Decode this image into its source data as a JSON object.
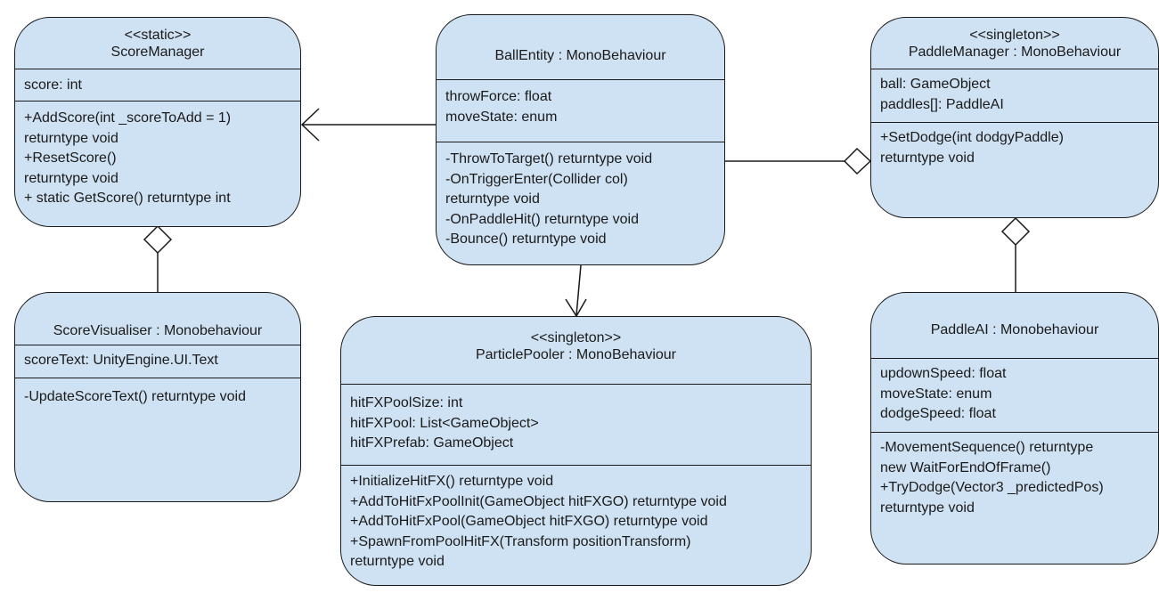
{
  "classes": {
    "score_manager": {
      "stereotype": "<<static>>",
      "name": "ScoreManager",
      "attributes": [
        "score: int"
      ],
      "methods": [
        "+AddScore(int _scoreToAdd = 1)",
        "returntype void",
        "+ResetScore()",
        "returntype void",
        "+ static GetScore() returntype int"
      ]
    },
    "ball_entity": {
      "name": "BallEntity : MonoBehaviour",
      "attributes": [
        "throwForce: float",
        "moveState: enum"
      ],
      "methods": [
        "-ThrowToTarget() returntype void",
        "-OnTriggerEnter(Collider col)",
        "returntype void",
        "-OnPaddleHit() returntype void",
        "-Bounce() returntype void"
      ]
    },
    "paddle_manager": {
      "stereotype": "<<singleton>>",
      "name": "PaddleManager : MonoBehaviour",
      "attributes": [
        "ball: GameObject",
        "paddles[]: PaddleAI"
      ],
      "methods": [
        "+SetDodge(int dodgyPaddle)",
        "returntype void"
      ]
    },
    "score_visualiser": {
      "name": "ScoreVisualiser : Monobehaviour",
      "attributes": [
        "scoreText: UnityEngine.UI.Text"
      ],
      "methods": [
        "-UpdateScoreText() returntype void"
      ]
    },
    "particle_pooler": {
      "stereotype": "<<singleton>>",
      "name": "ParticlePooler : MonoBehaviour",
      "attributes": [
        "hitFXPoolSize: int",
        "hitFXPool: List<GameObject>",
        "hitFXPrefab: GameObject"
      ],
      "methods": [
        "+InitializeHitFX() returntype void",
        "+AddToHitFxPoolInit(GameObject hitFXGO) returntype void",
        "+AddToHitFxPool(GameObject hitFXGO) returntype void",
        "+SpawnFromPoolHitFX(Transform positionTransform)",
        "returntype void"
      ]
    },
    "paddle_ai": {
      "name": "PaddleAI : Monobehaviour",
      "attributes": [
        "updownSpeed: float",
        "moveState: enum",
        "dodgeSpeed: float"
      ],
      "methods": [
        "-MovementSequence() returntype",
        "new WaitForEndOfFrame()",
        "+TryDodge(Vector3 _predictedPos)",
        "returntype void"
      ]
    }
  },
  "relations": [
    {
      "from": "ball_entity",
      "to": "score_manager",
      "type": "association"
    },
    {
      "from": "ball_entity",
      "to": "particle_pooler",
      "type": "association"
    },
    {
      "from": "ball_entity",
      "to": "paddle_manager",
      "type": "aggregation"
    },
    {
      "from": "paddle_ai",
      "to": "paddle_manager",
      "type": "aggregation"
    },
    {
      "from": "score_visualiser",
      "to": "score_manager",
      "type": "aggregation"
    }
  ],
  "colors": {
    "fill": "#cfe2f3",
    "stroke": "#1a1a1a"
  }
}
